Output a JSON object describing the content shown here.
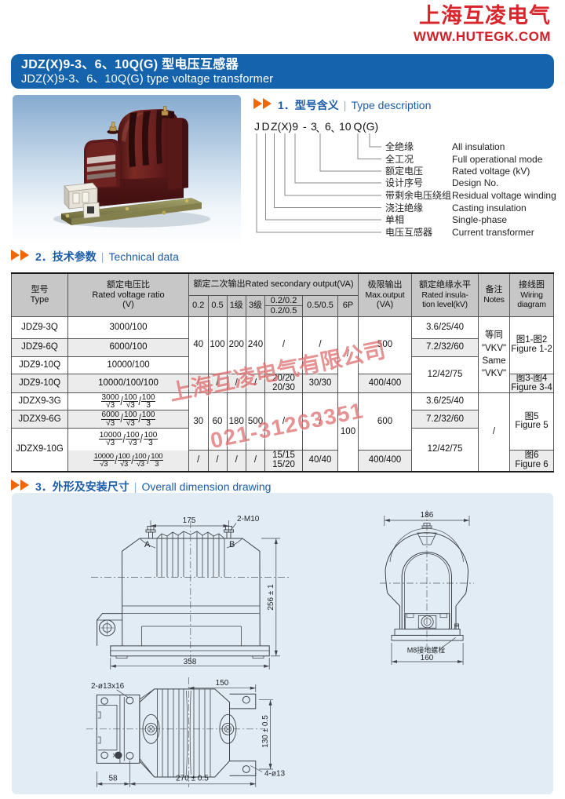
{
  "logo": {
    "company": "上海互凌电气",
    "website": "WWW.HUTEGK.COM"
  },
  "title": {
    "cn": "JDZ(X)9-3、6、10Q(G) 型电压互感器",
    "en": "JDZ(X)9-3、6、10Q(G)  type voltage transformer"
  },
  "sections": {
    "s1": {
      "no": "1．",
      "cn": "型号含义",
      "sep": "|",
      "en": "Type description"
    },
    "s2": {
      "no": "2．",
      "cn": "技术参数",
      "sep": "|",
      "en": "Technical data"
    },
    "s3": {
      "no": "3．",
      "cn": "外形及安装尺寸",
      "sep": "|",
      "en": "Overall dimension drawing"
    }
  },
  "type_code": {
    "parts": [
      "J",
      "D",
      "Z(X)9",
      "-",
      "3",
      "、",
      "6",
      "、",
      "10",
      "Q",
      "(G)"
    ],
    "labels": [
      {
        "cn": "全绝缘",
        "en": "All insulation"
      },
      {
        "cn": "全工况",
        "en": "Full operational mode"
      },
      {
        "cn": "额定电压",
        "en": "Rated voltage (kV)"
      },
      {
        "cn": "设计序号",
        "en": "Design No."
      },
      {
        "cn": "带剩余电压绕组",
        "en": "Residual voltage winding"
      },
      {
        "cn": "浇注绝缘",
        "en": "Casting insulation"
      },
      {
        "cn": "单相",
        "en": "Single-phase"
      },
      {
        "cn": "电压互感器",
        "en": "Current transformer"
      }
    ]
  },
  "table": {
    "header": {
      "type_cn": "型号",
      "type_en": "Type",
      "ratio_cn": "额定电压比",
      "ratio_en": "Rated voltage ratio",
      "ratio_unit": "(V)",
      "sec_group": "额定二次输出Rated secondary output(VA)",
      "sub1": "0.2",
      "sub2": "0.5",
      "sub3": "1级",
      "sub4": "3级",
      "sub5top": "0.2/0.2",
      "sub5bot": "0.2/0.5",
      "sub6": "0.5/0.5",
      "sub7": "6P",
      "max_cn": "极限输出",
      "max_en": "Max.output",
      "max_unit": "(VA)",
      "ins_cn": "额定绝缘水平",
      "ins_en1": "Rated insula-",
      "ins_en2": "tion level(kV)",
      "notes_cn": "备注",
      "notes_en": "Notes",
      "wiring_cn": "接线图",
      "wiring_en1": "Wiring",
      "wiring_en2": "diagram"
    },
    "frac_sep": "/",
    "rows": {
      "r1": {
        "type": "JDZ9-3Q",
        "ratio": "3000/100",
        "ins": "3.6/25/40"
      },
      "r2": {
        "type": "JDZ9-6Q",
        "ratio": "6000/100",
        "ins": "7.2/32/60"
      },
      "r3": {
        "type": "JDZ9-10Q",
        "ratio": "10000/100"
      },
      "r4": {
        "type": "JDZ9-10Q",
        "ratio": "10000/100/100",
        "o1": "/",
        "o2": "/",
        "o3": "/",
        "o4": "/",
        "o5a": "20/20",
        "o5b": "20/30",
        "o6": "30/30",
        "max": "400/400",
        "wiring_cn": "图3-图4",
        "wiring_en": "Figure 3-4"
      },
      "r5": {
        "type": "JDZX9-3G",
        "f1n": "3000",
        "f1d": "√3",
        "f2n": "100",
        "f2d": "√3",
        "f3n": "100",
        "f3d": "3",
        "ins": "3.6/25/40"
      },
      "r6": {
        "type": "JDZX9-6G",
        "f1n": "6000",
        "f1d": "√3",
        "f2n": "100",
        "f2d": "√3",
        "f3n": "100",
        "f3d": "3",
        "ins": "7.2/32/60"
      },
      "r7": {
        "type": "JDZX9-10G",
        "f1n": "10000",
        "f1d": "√3",
        "f2n": "100",
        "f2d": "√3",
        "f3n": "100",
        "f3d": "3"
      },
      "r8": {
        "f1n": "10000",
        "f1d": "√3",
        "f2n": "100",
        "f2d": "√3",
        "f3n": "100",
        "f3d": "√3",
        "f4n": "100",
        "f4d": "3",
        "o1": "/",
        "o2": "/",
        "o3": "/",
        "o4": "/",
        "o5a": "15/15",
        "o5b": "15/20",
        "o6": "40/40",
        "max": "400/400",
        "wiring_cn": "图6",
        "wiring_en": "Figure 6"
      },
      "jdz_merged": {
        "m1": "40",
        "m2": "100",
        "m3": "200",
        "m4": "240",
        "m5": "/",
        "m6": "/",
        "p6": "/",
        "max": "500",
        "ins": "12/42/75",
        "notes1": "等同",
        "notes2": "\"VKV\"",
        "notes3": "Same",
        "notes4": "\"VKV\"",
        "wiring_cn": "图1-图2",
        "wiring_en": "Figure 1-2"
      },
      "jdzx_merged": {
        "m1": "30",
        "m2": "60",
        "m3": "180",
        "m4": "500",
        "m5": "/",
        "m6": "/",
        "p6": "100",
        "max": "600",
        "ins": "12/42/75",
        "notes": "/",
        "wiring_cn": "图5",
        "wiring_en": "Figure 5"
      }
    }
  },
  "watermark": {
    "line1": "上海互凌电气有限公司",
    "line2": "021-31263351"
  },
  "drawings": {
    "front": {
      "d_top": "175",
      "bolts": "2-M10",
      "a": "A",
      "b": "B",
      "height": "256 ± 1",
      "width": "358"
    },
    "side": {
      "d_top": "186",
      "ground": "M8接地螺栓",
      "d_bottom": "160"
    },
    "plan": {
      "slots": "2-ø13x16",
      "d_top": "150",
      "height": "130 ± 0.5",
      "d58": "58",
      "d270": "270 ± 0.5",
      "holes": "4-ø13"
    }
  }
}
